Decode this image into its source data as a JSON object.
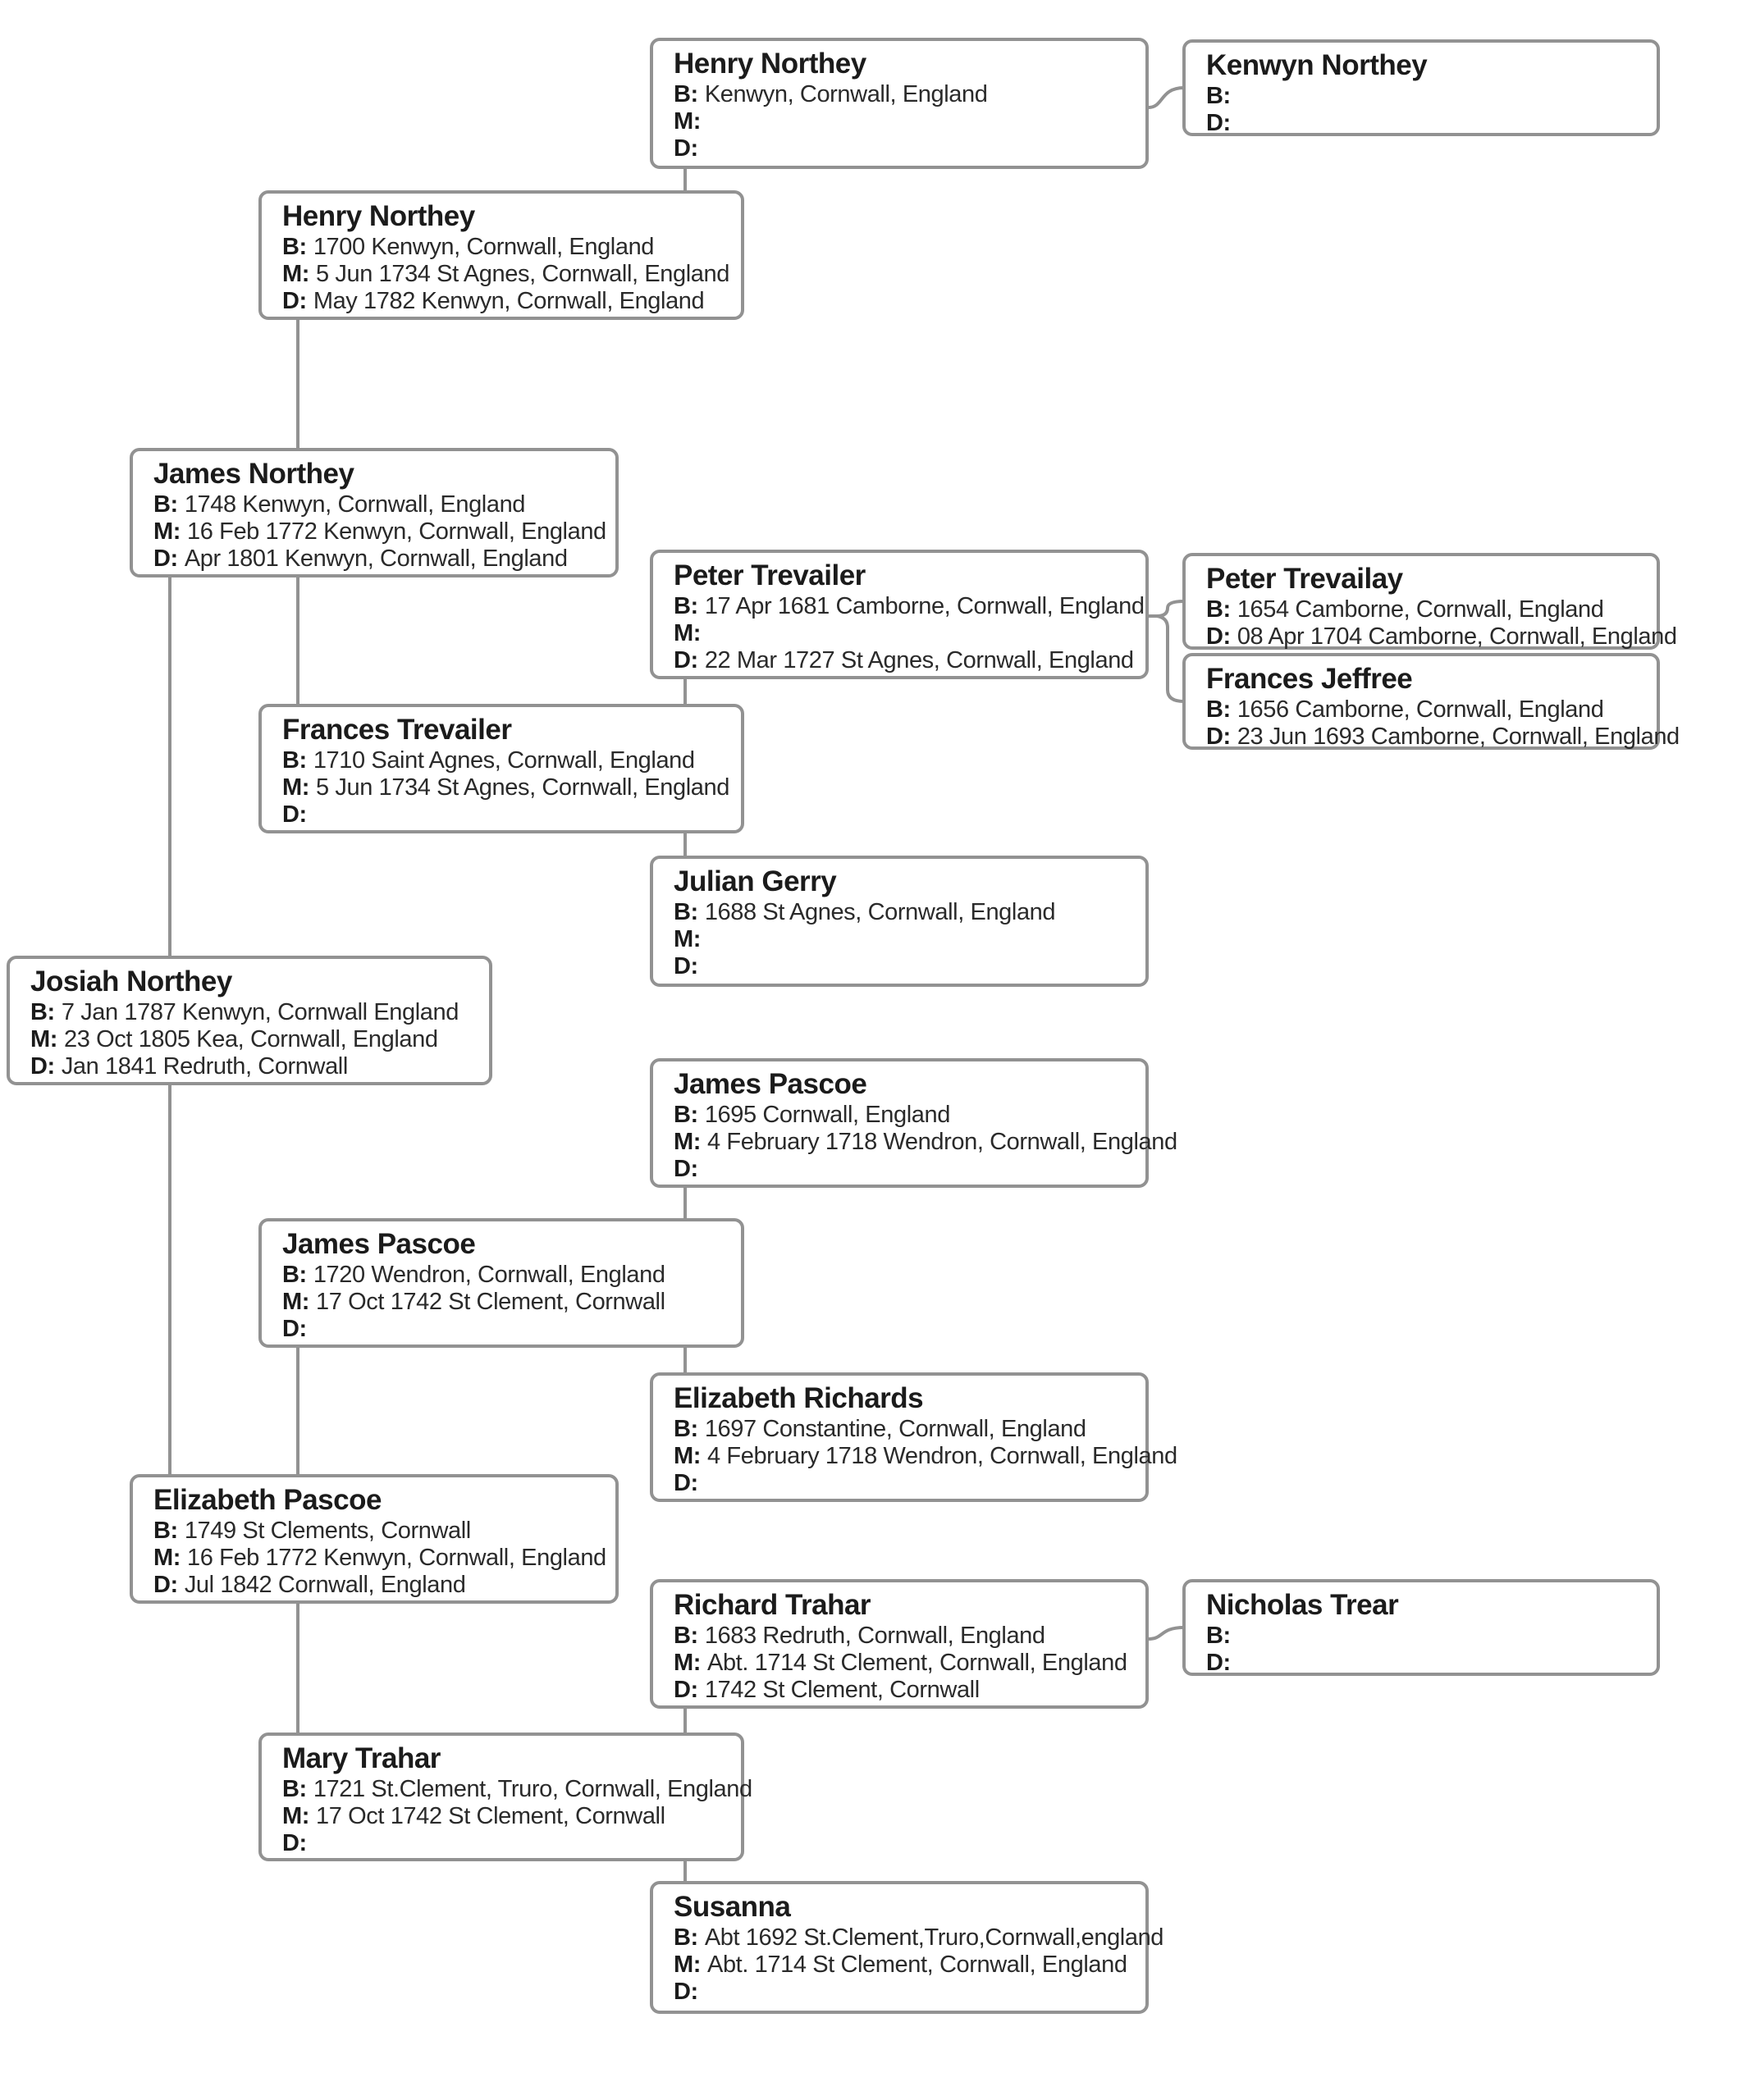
{
  "labels": {
    "b": "B:",
    "m": "M:",
    "d": "D:"
  },
  "colors": {
    "background": "#ffffff",
    "box_border": "#929292",
    "connector": "#929292",
    "name_text": "#1b1b1b",
    "body_text": "#2a2a2a"
  },
  "persons": [
    {
      "id": "henry-northey-sr",
      "name": "Henry Northey",
      "b": "Kenwyn, Cornwall, England",
      "m": "",
      "d": ""
    },
    {
      "id": "kenwyn-northey",
      "name": "Kenwyn Northey",
      "b": "",
      "d": ""
    },
    {
      "id": "henry-northey-1700",
      "name": "Henry Northey",
      "b": "1700 Kenwyn, Cornwall, England",
      "m": "5 Jun 1734 St Agnes, Cornwall, England",
      "d": "May 1782 Kenwyn, Cornwall, England"
    },
    {
      "id": "james-northey",
      "name": "James Northey",
      "b": "1748 Kenwyn, Cornwall, England",
      "m": "16 Feb 1772 Kenwyn, Cornwall, England",
      "d": "Apr 1801 Kenwyn, Cornwall, England"
    },
    {
      "id": "peter-trevailer",
      "name": "Peter Trevailer",
      "b": "17 Apr 1681 Camborne, Cornwall, England",
      "m": "",
      "d": "22 Mar 1727 St Agnes, Cornwall, England"
    },
    {
      "id": "peter-trevailay",
      "name": "Peter Trevailay",
      "b": "1654 Camborne, Cornwall, England",
      "d": "08 Apr 1704 Camborne, Cornwall, England"
    },
    {
      "id": "frances-jeffree",
      "name": "Frances Jeffree",
      "b": "1656 Camborne, Cornwall, England",
      "d": "23 Jun 1693 Camborne, Cornwall, England"
    },
    {
      "id": "frances-trevailer",
      "name": "Frances Trevailer",
      "b": "1710 Saint Agnes, Cornwall, England",
      "m": "5 Jun 1734 St Agnes, Cornwall, England",
      "d": ""
    },
    {
      "id": "julian-gerry",
      "name": "Julian Gerry",
      "b": "1688 St Agnes, Cornwall, England",
      "m": "",
      "d": ""
    },
    {
      "id": "josiah-northey",
      "name": "Josiah Northey",
      "b": "7 Jan 1787 Kenwyn, Cornwall England",
      "m": "23 Oct 1805 Kea, Cornwall, England",
      "d": "Jan 1841 Redruth, Cornwall"
    },
    {
      "id": "james-pascoe-sr",
      "name": "James Pascoe",
      "b": "1695 Cornwall, England",
      "m": "4 February 1718 Wendron, Cornwall, England",
      "d": ""
    },
    {
      "id": "james-pascoe-jr",
      "name": "James Pascoe",
      "b": "1720 Wendron, Cornwall, England",
      "m": "17 Oct 1742 St Clement, Cornwall",
      "d": ""
    },
    {
      "id": "elizabeth-richards",
      "name": "Elizabeth Richards",
      "b": "1697 Constantine, Cornwall, England",
      "m": "4 February 1718 Wendron, Cornwall, England",
      "d": ""
    },
    {
      "id": "elizabeth-pascoe",
      "name": "Elizabeth Pascoe",
      "b": "1749 St Clements, Cornwall",
      "m": "16 Feb 1772 Kenwyn, Cornwall, England",
      "d": "Jul 1842 Cornwall, England"
    },
    {
      "id": "richard-trahar",
      "name": "Richard Trahar",
      "b": "1683 Redruth, Cornwall, England",
      "m": "Abt. 1714 St Clement, Cornwall, England",
      "d": "1742 St Clement, Cornwall"
    },
    {
      "id": "nicholas-trear",
      "name": "Nicholas Trear",
      "b": "",
      "d": ""
    },
    {
      "id": "mary-trahar",
      "name": "Mary Trahar",
      "b": "1721 St.Clement, Truro, Cornwall, England",
      "m": "17 Oct 1742 St Clement, Cornwall",
      "d": ""
    },
    {
      "id": "susanna",
      "name": "Susanna",
      "b": "Abt 1692 St.Clement,Truro,Cornwall,england",
      "m": "Abt. 1714 St Clement, Cornwall, England",
      "d": ""
    }
  ]
}
